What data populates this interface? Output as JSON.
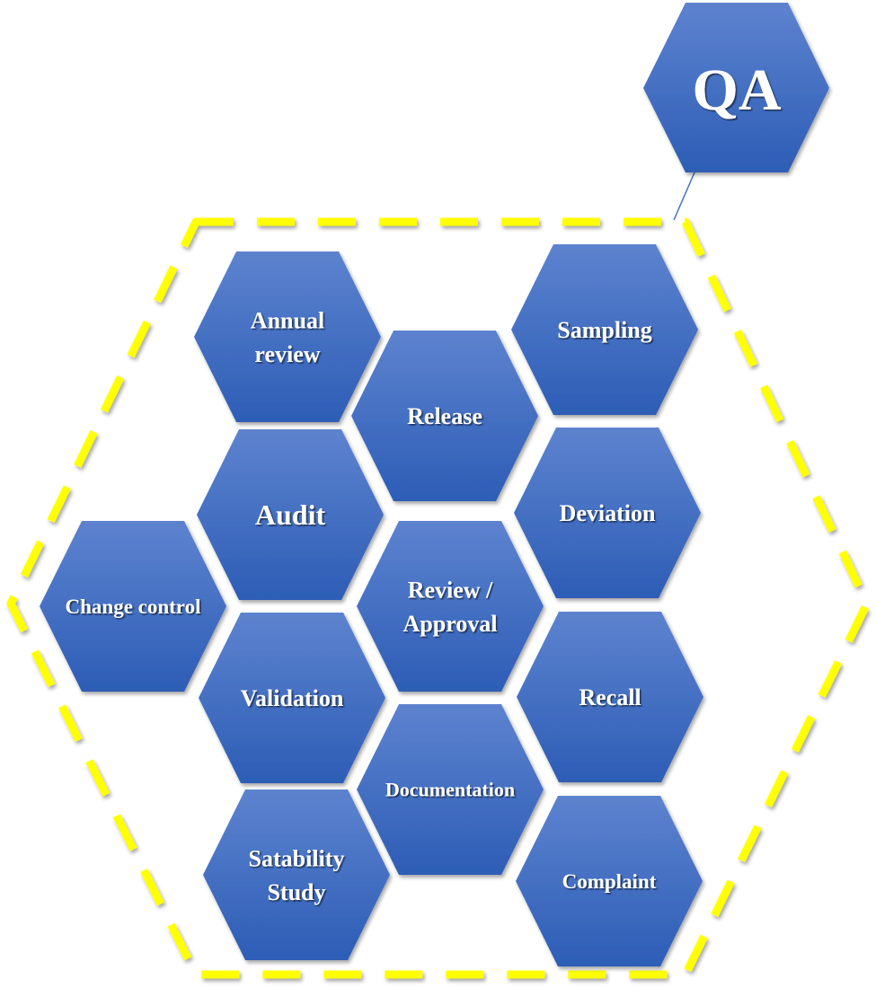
{
  "title": "QA",
  "colors": {
    "hex_top": "#5d83cf",
    "hex_bottom": "#2d5db6",
    "dash": "#ffff00",
    "connector": "#4472c4",
    "text": "#ffffff"
  },
  "hexagons": [
    {
      "id": "annual-review",
      "lines": [
        "Annual",
        "review"
      ]
    },
    {
      "id": "sampling",
      "lines": [
        "Sampling"
      ]
    },
    {
      "id": "release",
      "lines": [
        "Release"
      ]
    },
    {
      "id": "audit",
      "lines": [
        "Audit"
      ]
    },
    {
      "id": "deviation",
      "lines": [
        "Deviation"
      ]
    },
    {
      "id": "change-control",
      "lines": [
        "Change control"
      ]
    },
    {
      "id": "review-approval",
      "lines": [
        "Review /",
        "Approval"
      ]
    },
    {
      "id": "validation",
      "lines": [
        "Validation"
      ]
    },
    {
      "id": "recall",
      "lines": [
        "Recall"
      ]
    },
    {
      "id": "documentation",
      "lines": [
        "Documentation"
      ]
    },
    {
      "id": "stability-study",
      "lines": [
        "Satability",
        "Study"
      ]
    },
    {
      "id": "complaint",
      "lines": [
        "Complaint"
      ]
    }
  ]
}
